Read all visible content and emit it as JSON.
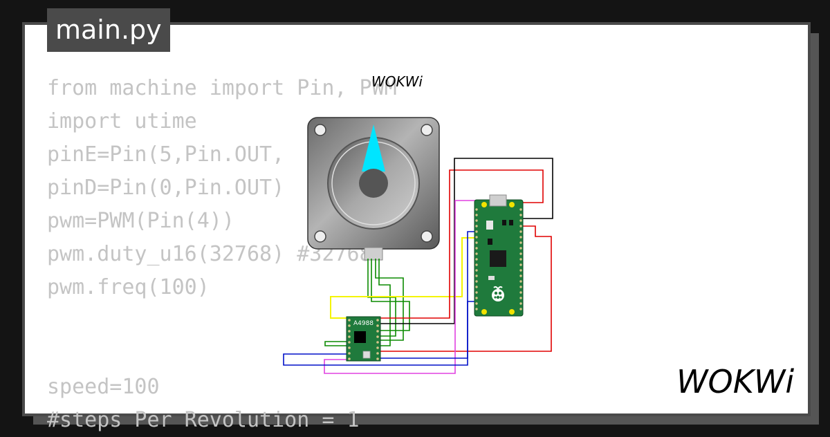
{
  "file": {
    "name": "main.py"
  },
  "code": {
    "lines": [
      "from machine import Pin, PWM",
      "import utime",
      "pinE=Pin(5,Pin.OUT,",
      "pinD=Pin(0,Pin.OUT)",
      "pwm=PWM(Pin(4))",
      "pwm.duty_u16(32768) #32768",
      "pwm.freq(100)",
      "",
      "",
      "speed=100",
      "#steps Per Revolution = 1"
    ]
  },
  "diagram": {
    "small_logo": "WOKWi",
    "driver_label": "A4988",
    "needle_color": "#00e5ff",
    "pcb_color": "#1f7a3c",
    "wire_colors": {
      "red": "#e00000",
      "black": "#000000",
      "green": "#0a8a00",
      "yellow": "#f4f400",
      "magenta": "#e040e0",
      "blue": "#0010c8"
    }
  },
  "brand": {
    "logo": "WOKWi"
  }
}
